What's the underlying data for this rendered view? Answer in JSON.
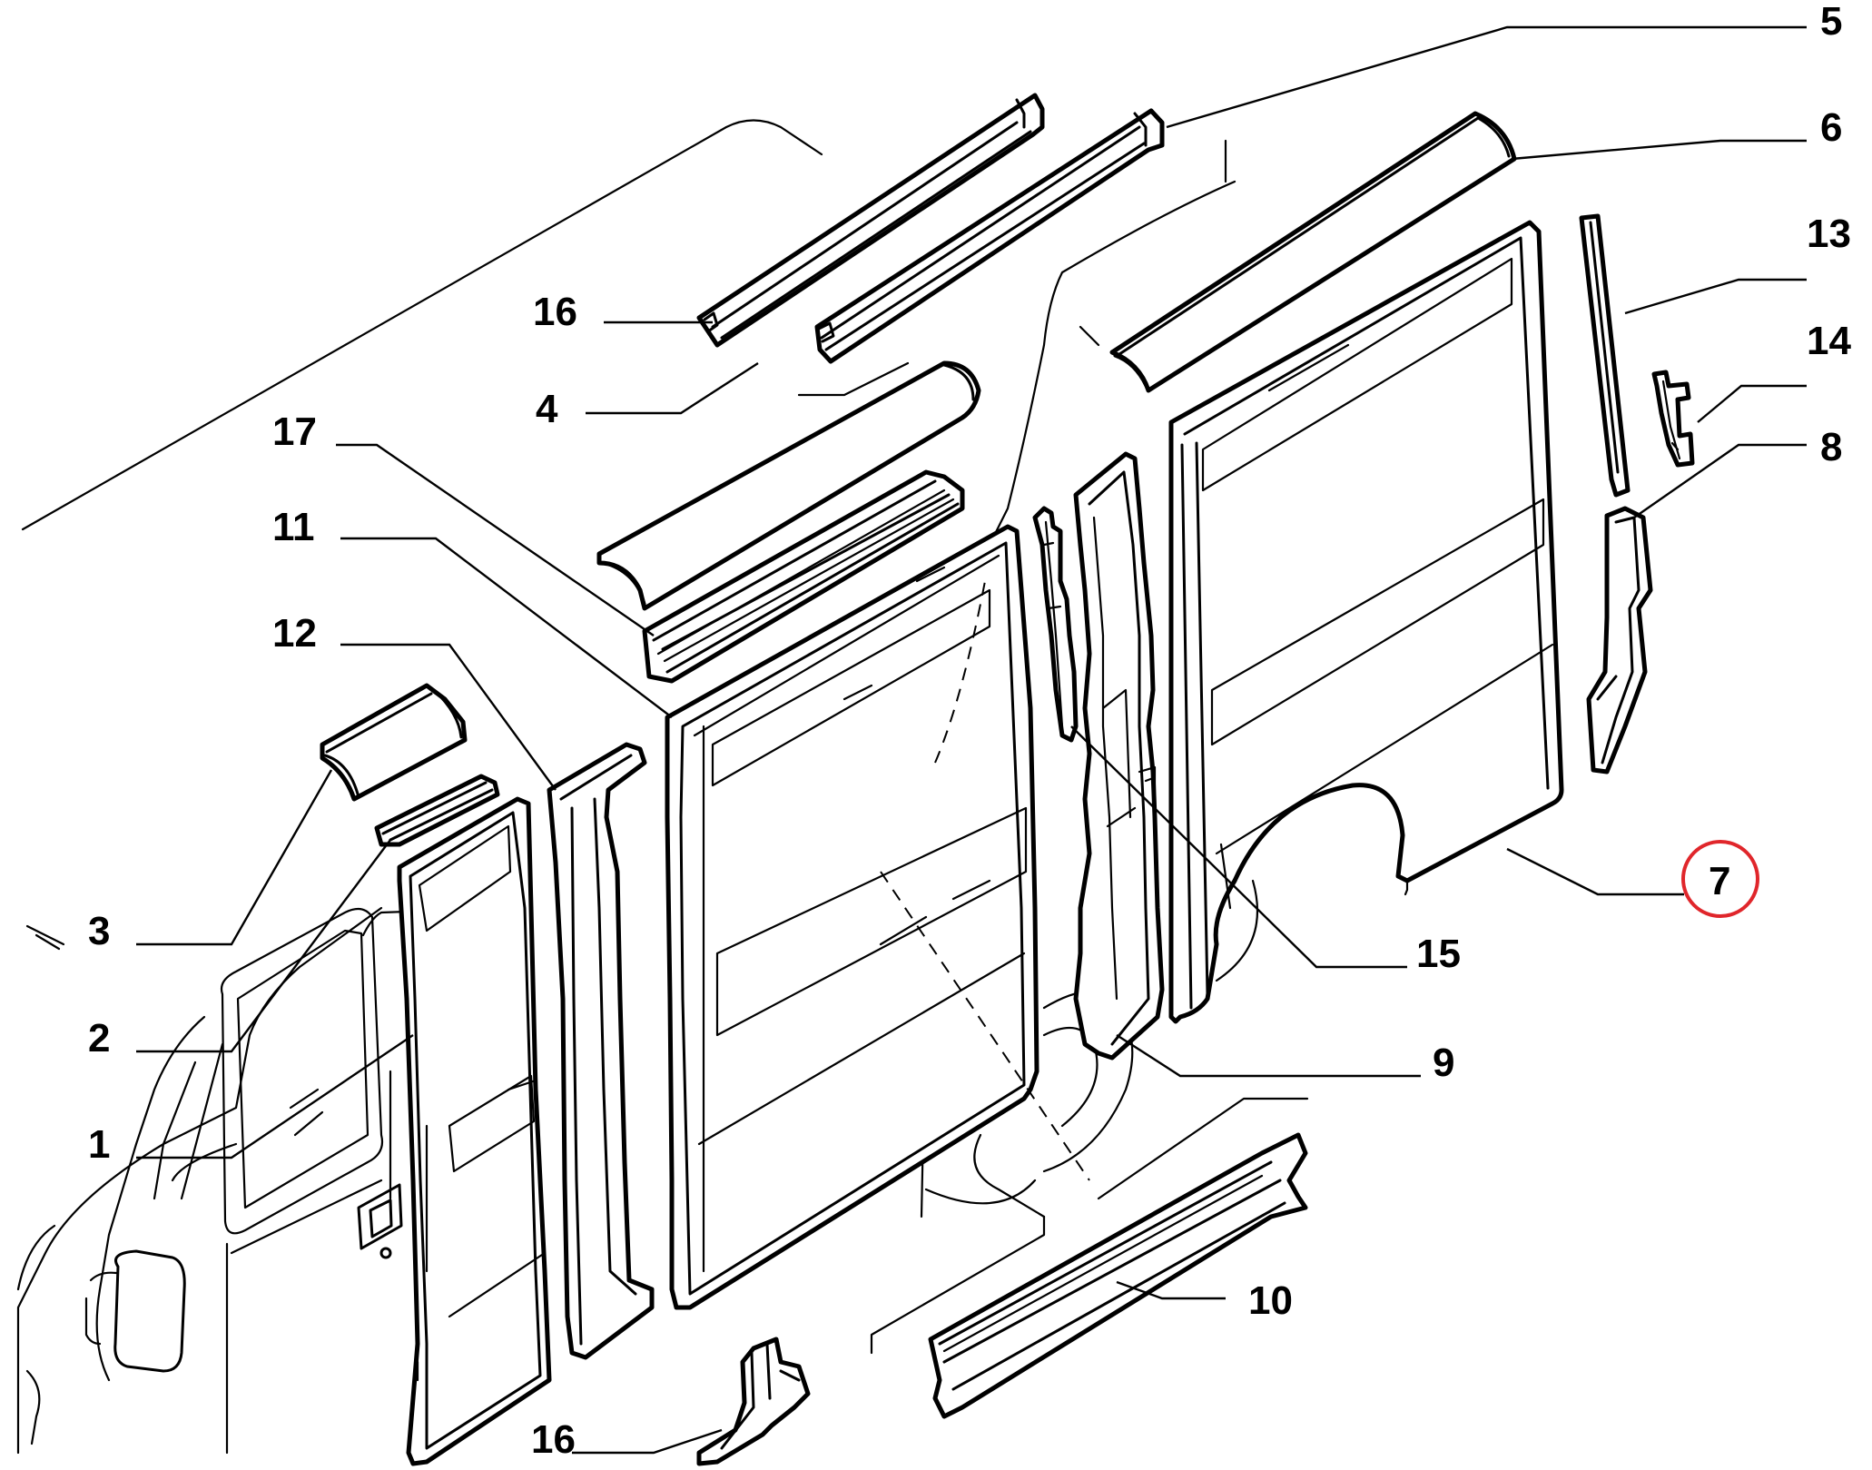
{
  "callouts": [
    {
      "id": "c5",
      "label": "5"
    },
    {
      "id": "c6",
      "label": "6"
    },
    {
      "id": "c13",
      "label": "13"
    },
    {
      "id": "c14",
      "label": "14"
    },
    {
      "id": "c8",
      "label": "8"
    },
    {
      "id": "c16a",
      "label": "16"
    },
    {
      "id": "c4",
      "label": "4"
    },
    {
      "id": "c17",
      "label": "17"
    },
    {
      "id": "c11",
      "label": "11"
    },
    {
      "id": "c12",
      "label": "12"
    },
    {
      "id": "c7",
      "label": "7"
    },
    {
      "id": "c15",
      "label": "15"
    },
    {
      "id": "c3",
      "label": "3"
    },
    {
      "id": "c2",
      "label": "2"
    },
    {
      "id": "c9",
      "label": "9"
    },
    {
      "id": "c1",
      "label": "1"
    },
    {
      "id": "c10",
      "label": "10"
    },
    {
      "id": "c16b",
      "label": "16"
    }
  ],
  "highlight": {
    "label": "7",
    "color": "#e0262b"
  },
  "colors": {
    "line": "#000000",
    "background": "#ffffff"
  }
}
